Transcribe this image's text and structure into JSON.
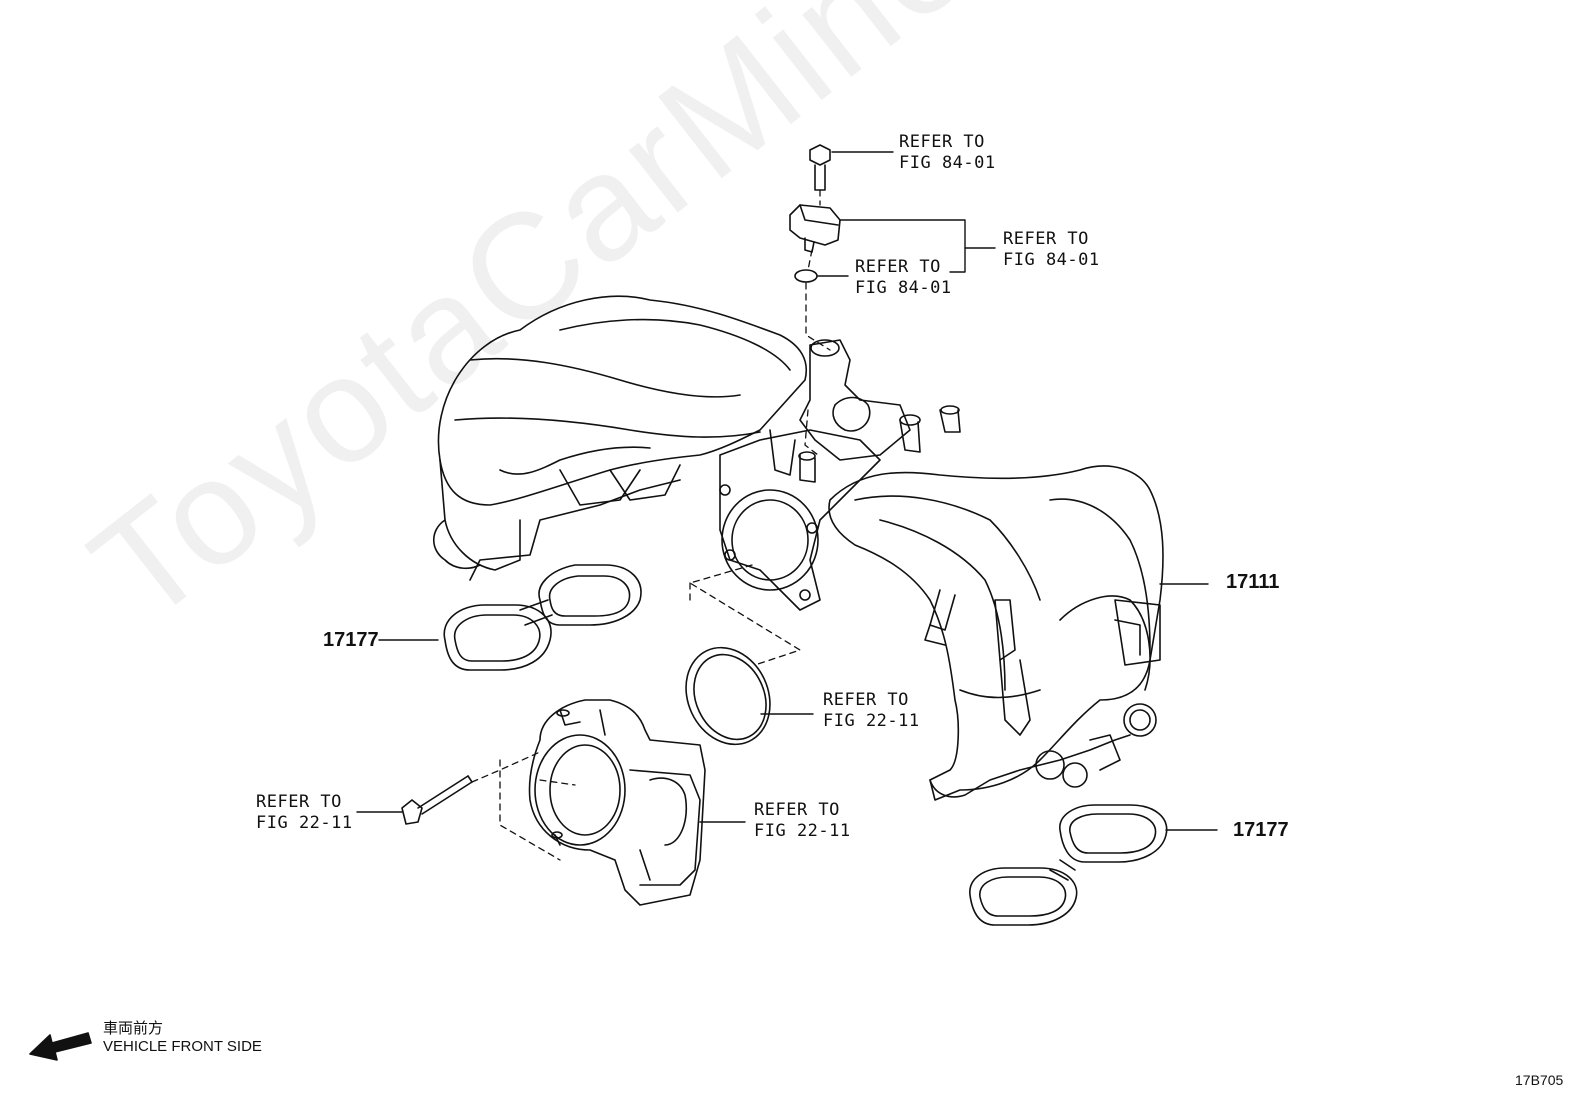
{
  "watermark": "ToyotaCarMine.ru",
  "callouts": {
    "bolt_top": [
      "REFER TO",
      "FIG 84-01"
    ],
    "sensor_group": [
      "REFER TO",
      "FIG 84-01"
    ],
    "oring_top": [
      "REFER TO",
      "FIG 84-01"
    ],
    "throttle_gasket": [
      "REFER TO",
      "FIG 22-11"
    ],
    "throttle_bolt": [
      "REFER TO",
      "FIG 22-11"
    ],
    "throttle_body": [
      "REFER TO",
      "FIG 22-11"
    ]
  },
  "parts": {
    "manifold": "17111",
    "gasket_left": "17177",
    "gasket_right": "17177"
  },
  "footer": {
    "direction_jp": "車両前方",
    "direction_en": "VEHICLE FRONT SIDE",
    "figure_id": "17B705"
  },
  "colors": {
    "line": "#111111",
    "background": "#ffffff"
  }
}
